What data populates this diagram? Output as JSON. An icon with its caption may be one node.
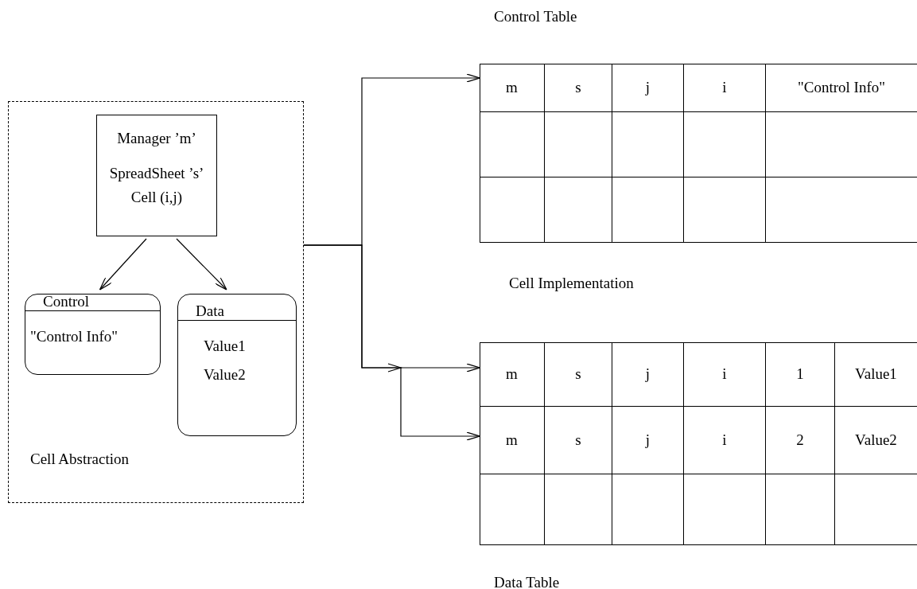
{
  "diagram": {
    "nodes": [
      {
        "text": [
          "Cell Abstraction"
        ]
      },
      {
        "text": [
          "Manager ’m’",
          "SpreadSheet ’s’",
          "Cell (i,j)"
        ],
        "in": 0
      },
      {
        "text": [
          "Control",
          "\"Control Info\""
        ],
        "in": 0
      },
      {
        "text": [
          "Data",
          "Value1",
          "Value2"
        ],
        "in": 0
      },
      {
        "text": [
          "Control Table"
        ]
      },
      {
        "text": [
          "m",
          "s",
          "j",
          "i",
          "\"Control Info\""
        ],
        "in": 4
      },
      {
        "text": [
          "Data Table"
        ]
      },
      {
        "text": [
          "m",
          "s",
          "j",
          "i",
          "1",
          "Value1"
        ],
        "in": 6
      },
      {
        "text": [
          "m",
          "s",
          "j",
          "i",
          "2",
          "Value2"
        ],
        "in": 6
      }
    ],
    "edges": [
      {
        "from": 0,
        "to": 5,
        "arrow": "to"
      },
      {
        "from": 0,
        "to": 7,
        "arrow": "to"
      },
      {
        "from": 0,
        "to": 8,
        "arrow": "to"
      },
      {
        "from": 1,
        "to": 2,
        "arrow": "to"
      },
      {
        "from": 1,
        "to": 3,
        "arrow": "to"
      }
    ],
    "labels": [
      "Cell Implementation"
    ]
  }
}
